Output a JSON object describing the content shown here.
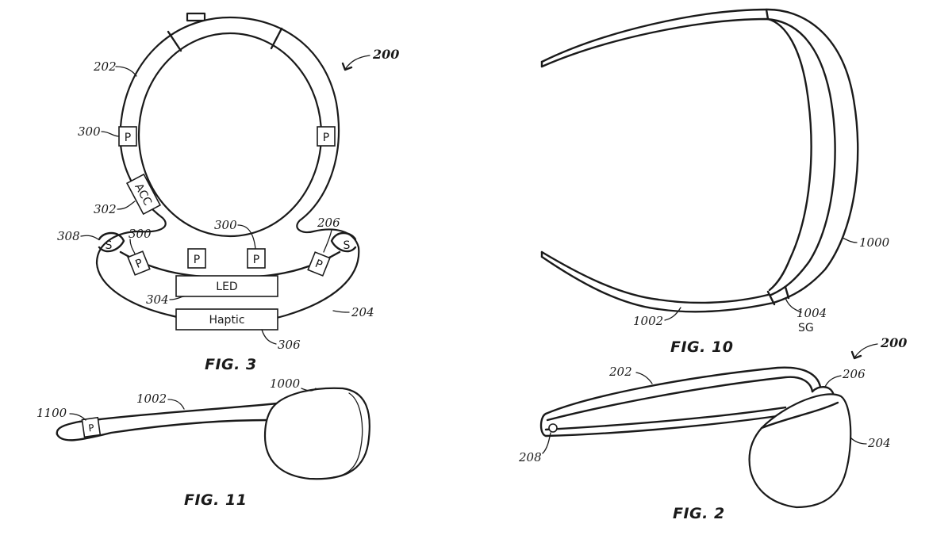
{
  "figures": {
    "fig3": {
      "caption": "FIG. 3",
      "assembly_ref": "200",
      "refs": {
        "band": "202",
        "pressure_left": "300",
        "accelerometer": "302",
        "sensor_left": "308",
        "pressure_front_left": "300",
        "pressure_center": "300",
        "sensor_right": "206",
        "led": "304",
        "cup": "204",
        "haptic": "306"
      },
      "module_labels": {
        "pressure": "P",
        "accelerometer": "ACC",
        "sensor": "S",
        "led": "LED",
        "haptic": "Haptic"
      }
    },
    "fig10": {
      "caption": "FIG. 10",
      "refs": {
        "frame": "1000",
        "temple": "1002",
        "sensor_joint": "1004"
      },
      "joint_label": "SG"
    },
    "fig11": {
      "caption": "FIG. 11",
      "refs": {
        "pressure_tip": "1100",
        "temple": "1002",
        "frame": "1000"
      },
      "tip_label": "P"
    },
    "fig2": {
      "caption": "FIG. 2",
      "assembly_ref": "200",
      "refs": {
        "band": "202",
        "sensor": "206",
        "cup": "204",
        "button": "208"
      }
    }
  },
  "colors": {
    "ink": "#1a1a1a",
    "paper": "#ffffff"
  }
}
